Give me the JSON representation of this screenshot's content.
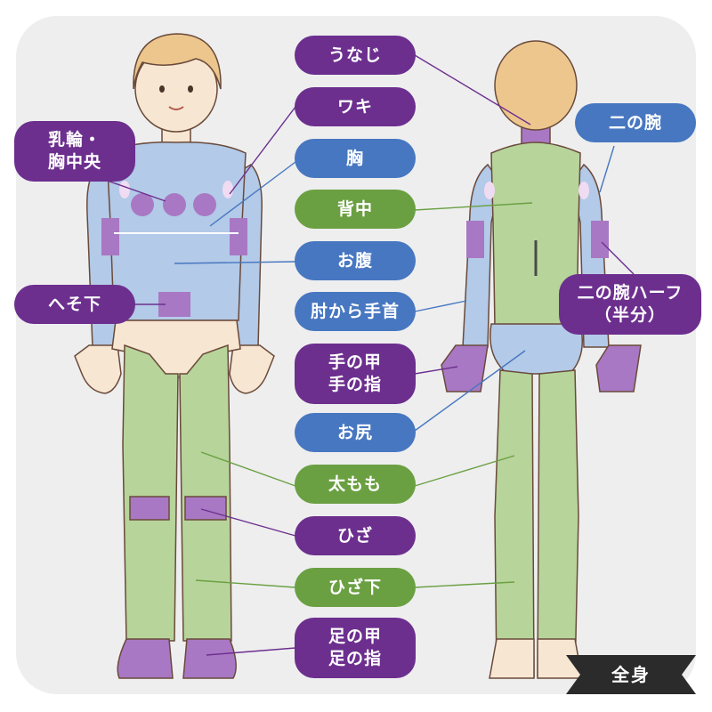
{
  "colors": {
    "purple": "#6c2f8e",
    "blue": "#4777c0",
    "green": "#6ba042",
    "skin": "#f7e6d2",
    "hair": "#ecc68d",
    "upper_body": "#b3cae8",
    "lower_body": "#b7d49b",
    "marker": "#a978c4",
    "badge": "#2b2b2b"
  },
  "labels": {
    "unaji": "うなじ",
    "waki": "ワキ",
    "mune": "胸",
    "senaka": "背中",
    "onaka": "お腹",
    "hiji": "肘から手首",
    "te_line1": "手の甲",
    "te_line2": "手の指",
    "oshiri": "お尻",
    "futomomo": "太もも",
    "hiza": "ひざ",
    "hizashita": "ひざ下",
    "ashi_line1": "足の甲",
    "ashi_line2": "足の指",
    "nyurin_line1": "乳輪・",
    "nyurin_line2": "胸中央",
    "hesoshita": "へそ下",
    "ninowan": "二の腕",
    "ninowan_half_line1": "二の腕ハーフ",
    "ninowan_half_line2": "（半分）",
    "zenshin": "全身"
  }
}
